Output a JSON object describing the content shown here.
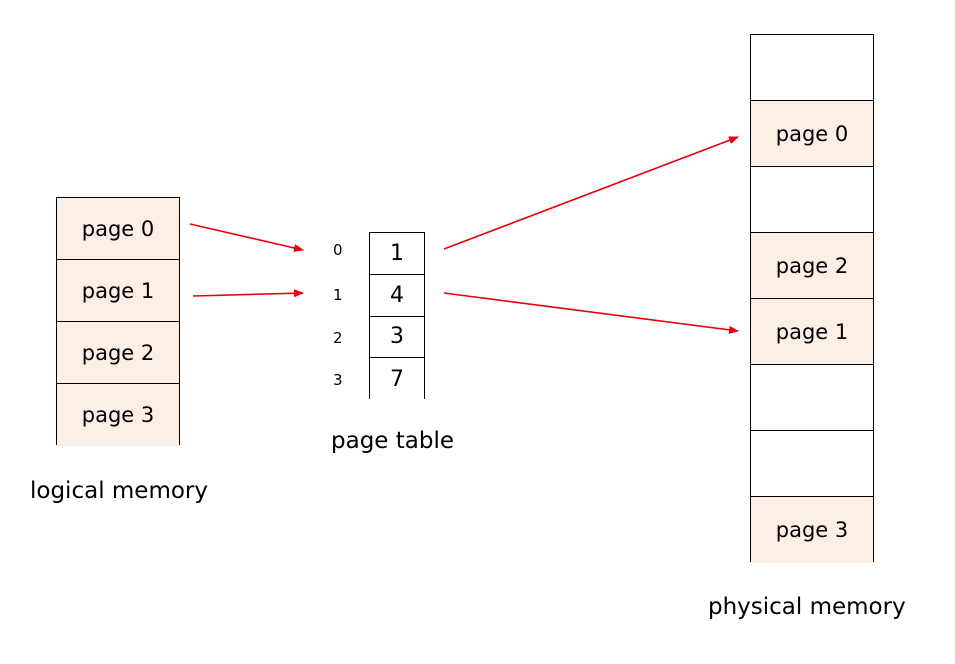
{
  "logical_memory": {
    "label": "logical memory",
    "pages": [
      "page 0",
      "page 1",
      "page 2",
      "page 3"
    ]
  },
  "page_table": {
    "label": "page table",
    "indices": [
      "0",
      "1",
      "2",
      "3"
    ],
    "frames": [
      "1",
      "4",
      "3",
      "7"
    ]
  },
  "physical_memory": {
    "label": "physical memory",
    "frames": [
      "",
      "page 0",
      "",
      "page 2",
      "page 1",
      "",
      "",
      "page 3"
    ]
  },
  "colors": {
    "arrow": "#e8000b",
    "filled_cell": "#fcefe6",
    "border": "#000000"
  }
}
